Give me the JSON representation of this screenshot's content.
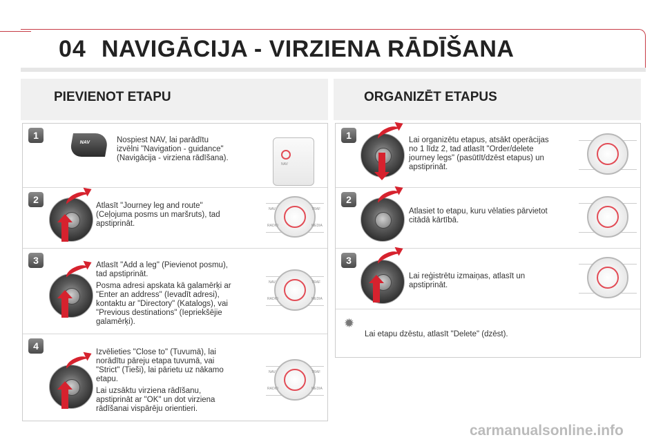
{
  "header": {
    "chapter": "04",
    "title": "NAVIGĀCIJA - VIRZIENA RĀDĪŠANA"
  },
  "left": {
    "title": "PIEVIENOT ETAPU",
    "steps": [
      {
        "num": "1",
        "lines": [
          "Nospiest NAV, lai parādītu",
          "izvēlni \"Navigation - guidance\"",
          "(Navigācija - virziena rādīšana)."
        ],
        "dial_labels": [
          "NAV"
        ]
      },
      {
        "num": "2",
        "lines": [
          "Atlasīt \"Journey leg and route\"",
          "(Ceļojuma posms un maršruts), tad",
          "apstiprināt."
        ],
        "dial_labels": [
          "NAV",
          "TRAF",
          "RADIO",
          "MEDIA"
        ]
      },
      {
        "num": "3",
        "lines": [
          "Atlasīt \"Add a leg\" (Pievienot posmu),",
          "tad apstiprināt.",
          "Posma adresi apskata kā galamērķi ar",
          "\"Enter an address\" (Ievadīt adresi),",
          "kontaktu ar \"Directory\" (Katalogs), vai",
          "\"Previous destinations\" (Iepriekšējie",
          "galamērķi)."
        ],
        "dial_labels": [
          "NAV",
          "TRAF",
          "RADIO",
          "MEDIA"
        ]
      },
      {
        "num": "4",
        "lines": [
          "Izvēlieties \"Close to\" (Tuvumā), lai",
          "norādītu pāreju etapa tuvumā, vai",
          "\"Strict\" (Tieši), lai pārietu uz nākamo",
          "etapu.",
          "Lai uzsāktu virziena rādīšanu,",
          "apstiprināt ar \"OK\" un dot virziena",
          "rādīšanai vispārēju orientieri."
        ],
        "dial_labels": [
          "NAV",
          "TRAF",
          "RADIO",
          "MEDIA"
        ]
      }
    ]
  },
  "right": {
    "title": "ORGANIZĒT ETAPUS",
    "steps": [
      {
        "num": "1",
        "lines": [
          "Lai organizētu etapus, atsākt operācijas",
          "no 1 līdz 2, tad atlasīt \"Order/delete",
          "journey legs\" (pasūtīt/dzēst etapus) un",
          "apstiprināt."
        ]
      },
      {
        "num": "2",
        "lines": [
          "Atlasiet to etapu, kuru vēlaties pārvietot",
          "citādā kārtībā."
        ]
      },
      {
        "num": "3",
        "lines": [
          "Lai reģistrētu izmaiņas, atlasīt un",
          "apstiprināt."
        ]
      }
    ],
    "note": "Lai etapu dzēstu, atlasīt \"Delete\" (dzēst)."
  },
  "watermark": "carmanualsonline.info",
  "colors": {
    "accent": "#c63a44",
    "arrow": "#d6222e"
  },
  "icons": {
    "note": "settings-icon"
  }
}
